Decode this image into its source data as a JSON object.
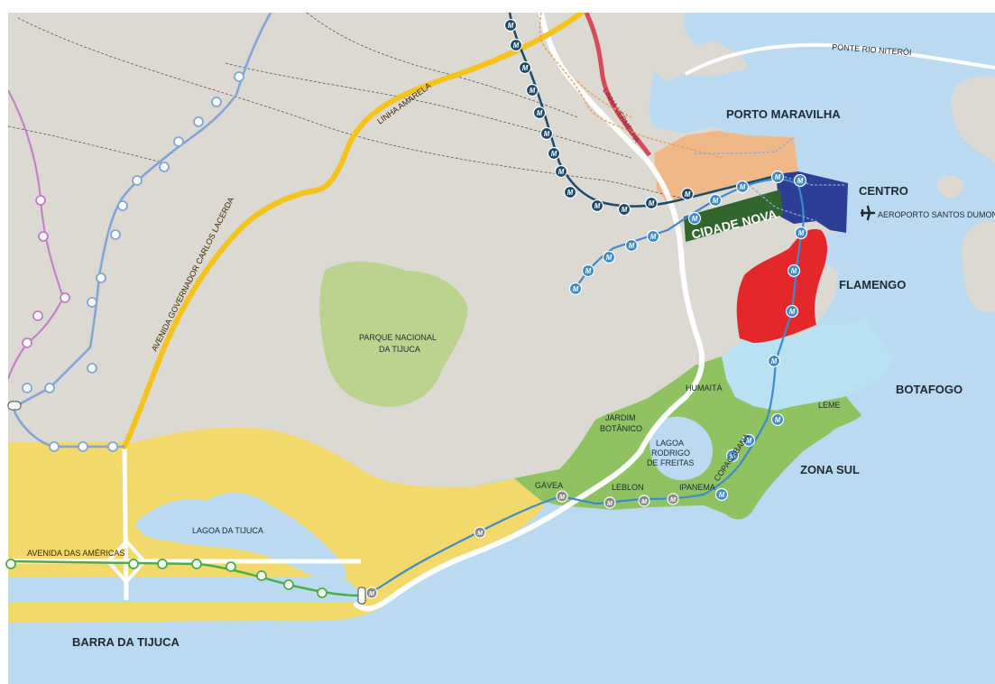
{
  "map": {
    "colors": {
      "sea": "#b9daf0",
      "land": "#dcd8d2",
      "barra": "#f3d86a",
      "zona_sul": "#8fc260",
      "porto": "#f0b889",
      "centro": "#2d3e94",
      "cidade_nova": "#33662e",
      "flamengo": "#e3272a",
      "botafogo": "#b8e1f2",
      "tijuca_park": "#bcd28f",
      "linha_amarela": "#f5c41a",
      "linha_vermelha": "#d9495c",
      "metro_line_1": "#1a4a6b",
      "metro_line_2": "#3c8bcd",
      "brt": "#4aae47",
      "west_line_blue": "#7fa6d6",
      "west_line_purple": "#c37cc8"
    },
    "regions": {
      "porto_maravilha": "PORTO MARAVILHA",
      "centro": "CENTRO",
      "cidade_nova": "CIDADE NOVA",
      "flamengo": "FLAMENGO",
      "botafogo": "BOTAFOGO",
      "zona_sul": "ZONA SUL",
      "barra_da_tijuca": "BARRA DA TIJUCA"
    },
    "places": {
      "parque_line1": "PARQUE NACIONAL",
      "parque_line2": "DA TIJUCA",
      "aeroporto": "AEROPORTO SANTOS DUMONT",
      "ponte": "PONTE RIO NITERÓI",
      "lagoa_tijuca": "LAGOA DA TIJUCA",
      "lagoa_line1": "LAGOA",
      "lagoa_line2": "RODRIGO",
      "lagoa_line3": "DE FREITAS",
      "jardim_line1": "JARDIM",
      "jardim_line2": "BOTÂNICO",
      "humaita": "HUMAITÁ",
      "leme": "LEME",
      "gavea": "GÁVEA",
      "leblon": "LEBLON",
      "ipanema": "IPANEMA",
      "copacabana": "COPACABANA"
    },
    "roads": {
      "linha_amarela": "LINHA AMARELA",
      "av_carlos_lacerda": "AVENIDA GOVERNADOR CARLOS LACERDA",
      "av_americas": "AVENIDA DAS AMÉRICAS",
      "linha_vermelha": "LINHA VERMELHA"
    },
    "metro_symbol": "M",
    "icons": {
      "airplane": "airplane-icon",
      "metro_station": "metro-station-icon"
    }
  }
}
